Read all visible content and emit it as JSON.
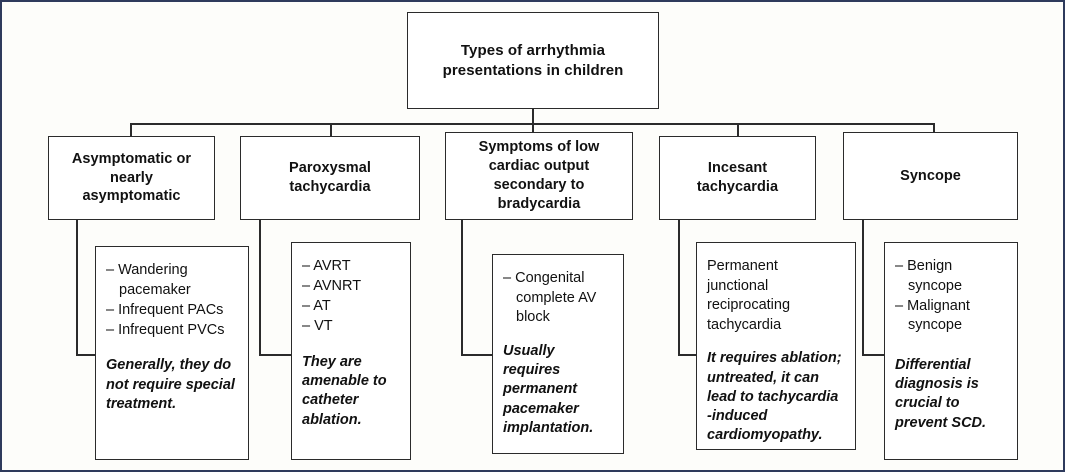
{
  "diagram": {
    "title_box": {
      "label": "Types of arrhythmia\npresentations in children"
    },
    "categories": [
      {
        "id": "asymptomatic",
        "label": "Asymptomatic or\nnearly\nasymptomatic"
      },
      {
        "id": "paroxysmal-tachycardia",
        "label": "Paroxysmal\ntachycardia"
      },
      {
        "id": "low-cardiac-output",
        "label": "Symptoms of low\ncardiac output\nsecondary to\nbradycardia"
      },
      {
        "id": "incesant-tachycardia",
        "label": "Incesant\ntachycardia"
      },
      {
        "id": "syncope",
        "label": "Syncope"
      }
    ],
    "details": [
      {
        "id": "asymptomatic-details",
        "items": [
          "– Wandering\n   pacemaker",
          "– Infrequent PACs",
          "– Infrequent PVCs"
        ],
        "note": "Generally, they do\nnot require special\ntreatment."
      },
      {
        "id": "paroxysmal-tachycardia-details",
        "items": [
          "– AVRT",
          "– AVNRT",
          "– AT",
          "– VT"
        ],
        "note": "They are\namenable to\ncatheter\nablation."
      },
      {
        "id": "low-cardiac-output-details",
        "items": [
          "– Congenital\n   complete AV\n   block"
        ],
        "note": "Usually requires\npermanent\npacemaker\nimplantation."
      },
      {
        "id": "incesant-tachycardia-details",
        "items": [
          "Permanent\njunctional\nreciprocating\ntachycardia"
        ],
        "note": "It requires ablation;\nuntreated, it can\nlead to tachycardia\n-induced\ncardiomyopathy."
      },
      {
        "id": "syncope-details",
        "items": [
          "– Benign\n   syncope",
          "– Malignant\n   syncope"
        ],
        "note": "Differential\ndiagnosis is\ncrucial to\nprevent SCD."
      }
    ],
    "colors": {
      "frame_border": "#2e3a5c",
      "box_border": "#2b2b2b",
      "connector": "#2b2b2b",
      "background": "#fdfdfa",
      "text": "#111111"
    }
  }
}
